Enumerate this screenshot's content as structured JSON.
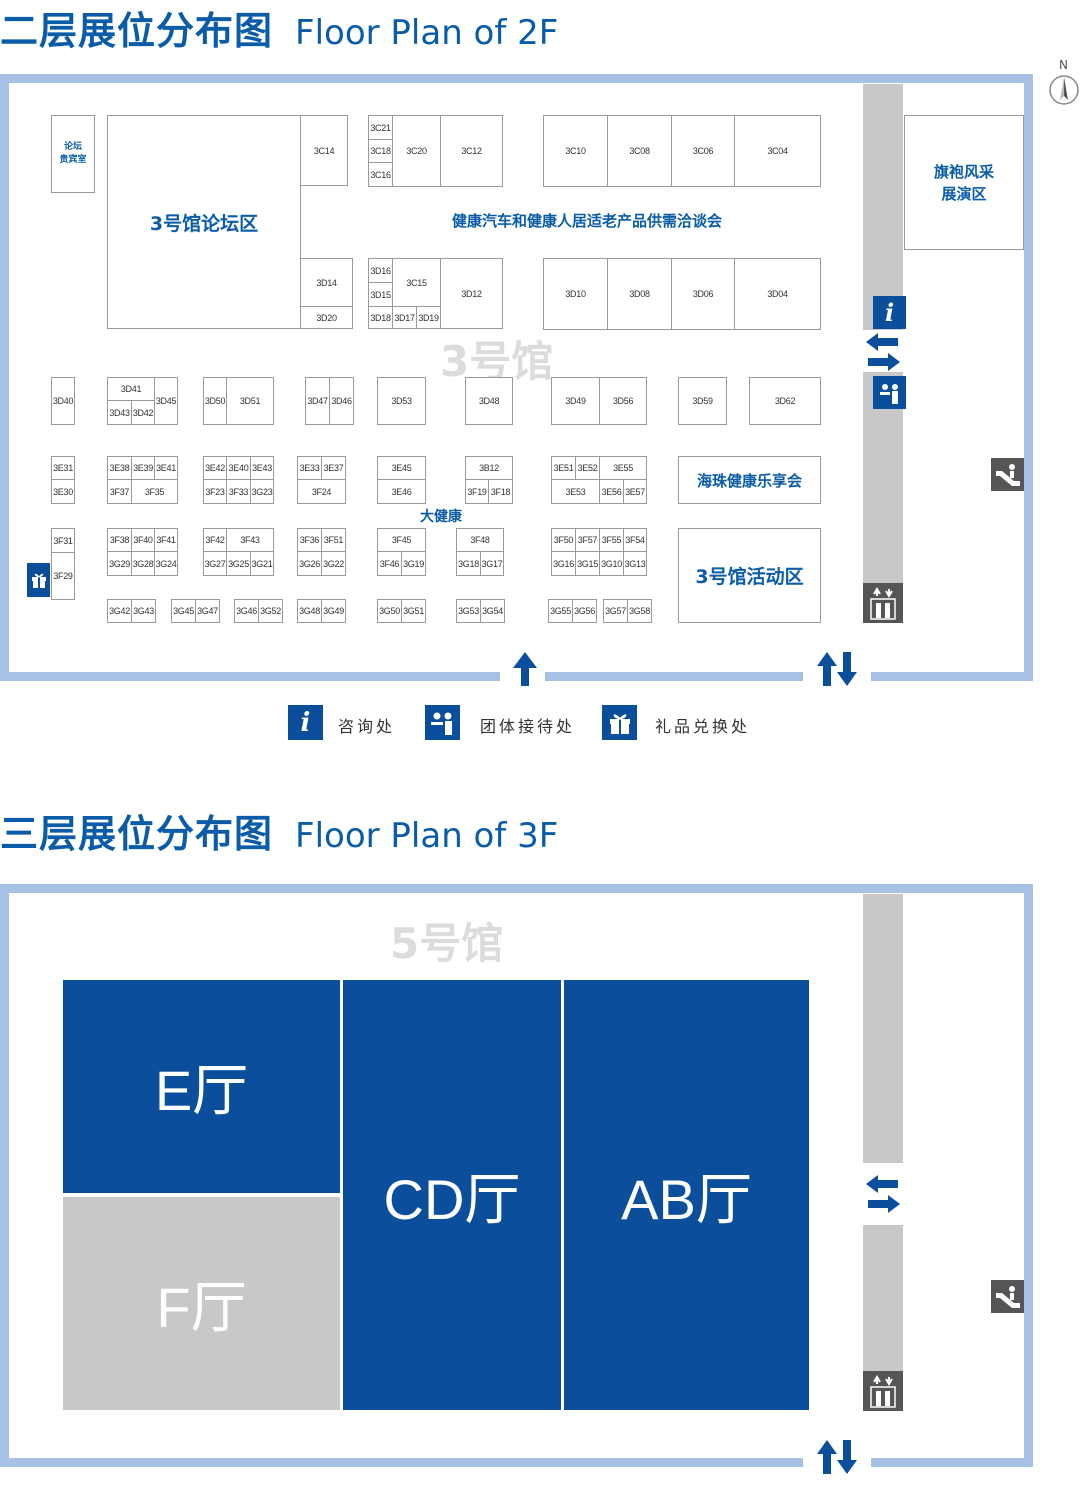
{
  "floor2": {
    "title_cn": "二层展位分布图",
    "title_en": "Floor Plan of 2F",
    "hall_watermark": "3号馆",
    "compass": "N",
    "zones": {
      "vip_room": "论坛\n贵宾室",
      "forum": "3号馆论坛区",
      "supply_demand": "健康汽车和健康人居适老产品供需洽谈会",
      "qipao": "旗袍风采\n展演区",
      "haizhu": "海珠健康乐享会",
      "activity": "3号馆活动区",
      "big_health": "大健康"
    },
    "booths": [
      "3C14",
      "3C21",
      "3C18",
      "3C16",
      "3C20",
      "3C12",
      "3D14",
      "3D20",
      "3D16",
      "3D15",
      "3C15",
      "3D18",
      "3D17",
      "3D19",
      "3D12",
      "3C10",
      "3C08",
      "3C06",
      "3C04",
      "3D10",
      "3D08",
      "3D06",
      "3D04",
      "3D40",
      "3D41",
      "3D43",
      "3D42",
      "3D45",
      "3D50",
      "3D51",
      "3D47",
      "3D46",
      "3D53",
      "3D48",
      "3D49",
      "3D56",
      "3D59",
      "3D62",
      "3E31",
      "3E30",
      "3E38",
      "3E39",
      "3E41",
      "3F37",
      "3F35",
      "3E42",
      "3E40",
      "3E43",
      "3F23",
      "3F33",
      "3G23",
      "3E33",
      "3E37",
      "3F24",
      "3E45",
      "3E46",
      "3B12",
      "3F19",
      "3F18",
      "3E51",
      "3E52",
      "3E55",
      "3E53",
      "3E56",
      "3E57",
      "3F31",
      "3F29",
      "3F38",
      "3F40",
      "3F41",
      "3G29",
      "3G28",
      "3G24",
      "3F42",
      "3F43",
      "3G27",
      "3G25",
      "3G21",
      "3F36",
      "3F51",
      "3G26",
      "3G22",
      "3F45",
      "3F46",
      "3G19",
      "3F48",
      "3G18",
      "3G17",
      "3F50",
      "3F57",
      "3F55",
      "3F54",
      "3G16",
      "3G15",
      "3G10",
      "3G13",
      "3G42",
      "3G43",
      "3G45",
      "3G47",
      "3G46",
      "3G52",
      "3G48",
      "3G49",
      "3G50",
      "3G51",
      "3G53",
      "3G54",
      "3G55",
      "3G56",
      "3G57",
      "3G58"
    ]
  },
  "legend": {
    "info": "咨询处",
    "group": "团体接待处",
    "gift": "礼品兑换处"
  },
  "floor3": {
    "title_cn": "三层展位分布图",
    "title_en": "Floor Plan of 3F",
    "hall_watermark": "5号馆",
    "halls": {
      "e": "E厅",
      "f": "F厅",
      "cd": "CD厅",
      "ab": "AB厅"
    }
  },
  "colors": {
    "brand_blue": "#0b4f9c",
    "frame": "#a6c1e3",
    "corridor": "#c8c8c8",
    "hall_gray": "#c8c8c8"
  }
}
